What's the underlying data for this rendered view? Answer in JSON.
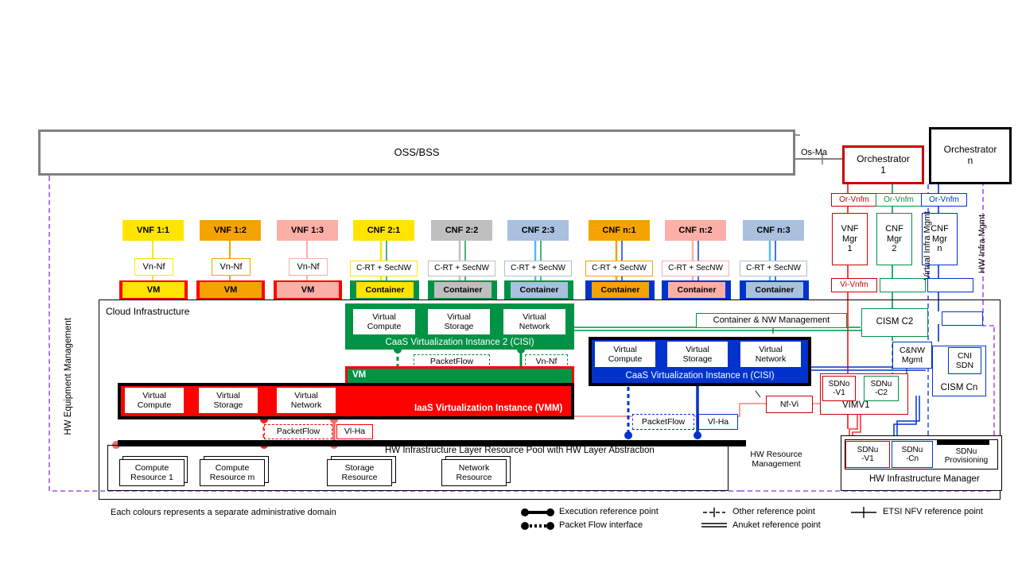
{
  "colors": {
    "yellow": "#FFE400",
    "orange": "#F5A300",
    "pink": "#FBAFA6",
    "grey": "#BFBFBF",
    "bluelight": "#A9C0DE",
    "red": "#FF0000",
    "green": "#009245",
    "blue": "#0033CC",
    "black": "#000000",
    "purple": "#8A2BE2",
    "ossborder": "#808080"
  },
  "oss": {
    "label": "OSS/BSS"
  },
  "osma": {
    "label": "Os-Ma"
  },
  "orchestrators": [
    {
      "name": "orchestrator-1",
      "line1": "Orchestrator",
      "line2": "1",
      "color": "#CC0000"
    },
    {
      "name": "orchestrator-n",
      "line1": "Orchestrator",
      "line2": "n",
      "color": "#000000"
    }
  ],
  "vnfs": [
    {
      "label": "VNF 1:1",
      "fill": "#FFE400",
      "rp": "Vn-Nf",
      "host": "VM"
    },
    {
      "label": "VNF 1:2",
      "fill": "#F5A300",
      "rp": "Vn-Nf",
      "host": "VM"
    },
    {
      "label": "VNF 1:3",
      "fill": "#FBAFA6",
      "rp": "Vn-Nf",
      "host": "VM"
    }
  ],
  "cnfs_group2": [
    {
      "label": "CNF 2:1",
      "fill": "#FFE400",
      "rp": "C-RT + SecNW",
      "host": "Container"
    },
    {
      "label": "CNF 2:2",
      "fill": "#BFBFBF",
      "rp": "C-RT + SecNW",
      "host": "Container"
    },
    {
      "label": "CNF 2:3",
      "fill": "#A9C0DE",
      "rp": "C-RT + SecNW",
      "host": "Container"
    }
  ],
  "cnfs_groupn": [
    {
      "label": "CNF n:1",
      "fill": "#F5A300",
      "rp": "C-RT + SecNW",
      "host": "Container"
    },
    {
      "label": "CNF n:2",
      "fill": "#FBAFA6",
      "rp": "C-RT + SecNW",
      "host": "Container"
    },
    {
      "label": "CNF n:3",
      "fill": "#A9C0DE",
      "rp": "C-RT + SecNW",
      "host": "Container"
    }
  ],
  "cloud": {
    "label": "Cloud Infrastructure"
  },
  "caas2": {
    "title": "CaaS Virtualization Instance 2 (CISI)",
    "resources": [
      "Virtual Compute",
      "Virtual Storage",
      "Virtual Network"
    ],
    "vm_label": "VM",
    "rp_packetflow": "PacketFlow",
    "rp_vnnf": "Vn-Nf"
  },
  "caasn": {
    "title": "CaaS Virtualization Instance n (CISI)",
    "resources": [
      "Virtual Compute",
      "Virtual Storage",
      "Virtual Network"
    ],
    "rp_packetflow": "PacketFlow",
    "rp_viha": "Vl-Ha"
  },
  "iaas": {
    "title": "IaaS Virtualization Instance (VMM)",
    "resources": [
      "Virtual Compute",
      "Virtual Storage",
      "Virtual Network"
    ],
    "rp_packetflow": "PacketFlow",
    "rp_viha": "Vl-Ha"
  },
  "hwpool": {
    "title": "HW Infrastructure Layer Resource Pool with HW Layer Abstraction",
    "resources": [
      "Compute Resource 1",
      "Compute Resource m",
      "Storage Resource",
      "Network Resource"
    ]
  },
  "managers": {
    "or_vnfm": [
      "Or-Vnfm",
      "Or-Vnfm",
      "Or-Vnfm"
    ],
    "vnf_mgr_1": "VNF Mgr 1",
    "cnf_mgr_2": "CNF Mgr 2",
    "cnf_mgr_n": "CNF Mgr n",
    "vi_vnfm": "Vi-Vnfm",
    "container_nw_mgmt": "Container & NW Management",
    "cism_c2": "CISM C2",
    "cism_cn": "CISM Cn",
    "cni_sdn": "CNI SDN",
    "cnw_mgmt": "C&NW Mgmt",
    "nf_vi": "Nf-Vi",
    "vim": "VIMV1",
    "sdno_v1": "SDNo -V1",
    "sdnu_c2": "SDNu -C2",
    "hw_infra_manager": "HW Infrastructure Manager",
    "sdnu_v1": "SDNu -V1",
    "sdnu_cn": "SDNu -Cn",
    "sdnu_provisioning": "SDNu Provisioning"
  },
  "side_labels": {
    "hw_equipment_management": "HW Equipment Management",
    "hw_resource_management": "HW Resource Management",
    "virtual_infra_mgmt": "Virtual Infra Mgmt",
    "hw_infra_mgmt": "HW Infra Mgmt"
  },
  "legend": {
    "note": "Each colours represents a separate administrative domain",
    "items": [
      {
        "name": "execution-reference-point",
        "label": "Execution reference point"
      },
      {
        "name": "packet-flow-interface",
        "label": "Packet Flow interface"
      },
      {
        "name": "other-reference-point",
        "label": "Other reference point"
      },
      {
        "name": "anuket-reference-point",
        "label": "Anuket reference point"
      },
      {
        "name": "etsi-nfv-reference-point",
        "label": "ETSI NFV reference point"
      }
    ]
  }
}
